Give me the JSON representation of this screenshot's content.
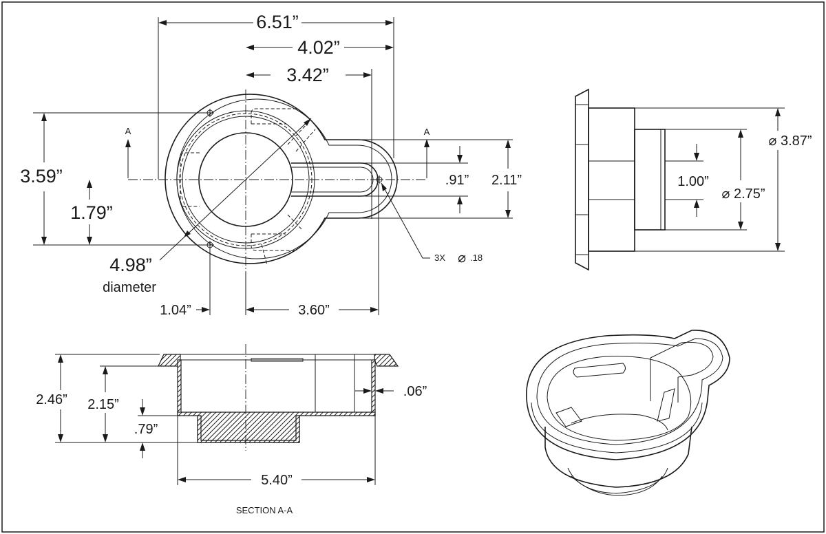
{
  "top_view": {
    "dims": {
      "overall_width": "6.51”",
      "to_slot_end": "4.02”",
      "to_slot_center": "3.42”",
      "overall_height": "3.59”",
      "half_height": "1.79”",
      "diameter": "4.98”",
      "diameter_word": "diameter",
      "hole_offset": "1.04”",
      "slot_length": "3.60”",
      "slot_inner_width": ".91”",
      "slot_outer_width": "2.11”"
    },
    "section_mark_left": "A",
    "section_mark_right": "A",
    "hole_callout_qty": "3X",
    "hole_callout_symbol": "⌀",
    "hole_callout_size": ".18"
  },
  "side_view": {
    "dims": {
      "outer_diameter": "⌀ 3.87”",
      "inner_diameter": "⌀ 2.75”",
      "step": "1.00”"
    }
  },
  "section_view": {
    "dims": {
      "overall_height": "2.46”",
      "cup_height": "2.15”",
      "step_height": ".79”",
      "wall": ".06”",
      "overall_width": "5.40”"
    },
    "caption": "SECTION  A-A"
  }
}
